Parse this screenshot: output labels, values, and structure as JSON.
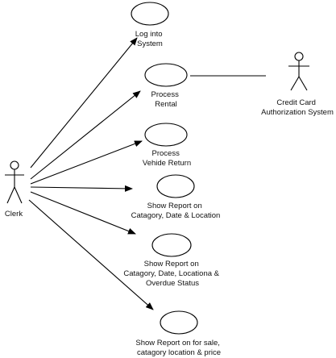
{
  "diagram": {
    "actors": [
      {
        "name": "Clerk"
      },
      {
        "name_lines": [
          "Credit Card",
          "Authorization System"
        ]
      }
    ],
    "use_cases": [
      {
        "lines": [
          "Log into",
          "System"
        ]
      },
      {
        "lines": [
          "Process",
          "Rental"
        ]
      },
      {
        "lines": [
          "Process",
          "Vehide Return"
        ]
      },
      {
        "lines": [
          "Show Report on",
          "Catagory, Date & Location"
        ]
      },
      {
        "lines": [
          "Show Report on",
          "Catagory, Date,  Locationa &",
          "Overdue Status"
        ]
      },
      {
        "lines": [
          "Show Report on for sale,",
          "catagory location & price"
        ]
      }
    ],
    "colors": {
      "stroke": "#000000",
      "background": "#ffffff"
    }
  }
}
